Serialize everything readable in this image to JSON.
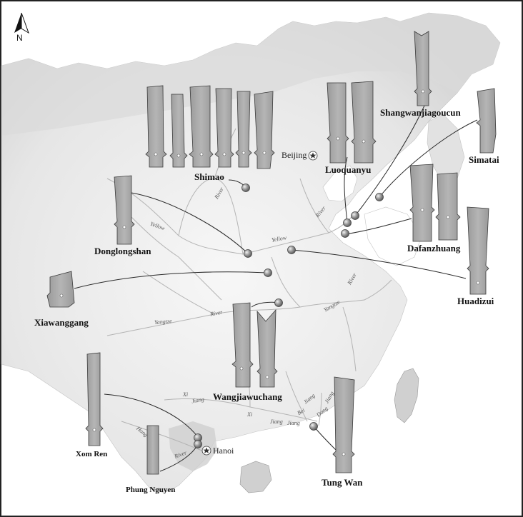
{
  "colors": {
    "background": "#ffffff",
    "land": "#ebebeb",
    "land_dark": "#d6d6d6",
    "river": "#b0b0b0",
    "artifact_fill": "#a7a7a7",
    "artifact_stroke": "#3a3a3a",
    "marker_fill": "#8a8a8a",
    "leader_line": "#2a2a2a",
    "frame": "#222222"
  },
  "compass": {
    "letter": "N",
    "icon": "north-arrow-icon"
  },
  "sites": [
    {
      "id": "shimao",
      "label": "Shimao"
    },
    {
      "id": "luoquanyu",
      "label": "Luoquanyu"
    },
    {
      "id": "shangwanjiagoucun",
      "label": "Shangwanjiagoucun"
    },
    {
      "id": "simatai",
      "label": "Simatai"
    },
    {
      "id": "dafanzhuang",
      "label": "Dafanzhuang"
    },
    {
      "id": "donglongshan",
      "label": "Donglongshan"
    },
    {
      "id": "xiawanggang",
      "label": "Xiawanggang"
    },
    {
      "id": "huadizui",
      "label": "Huadizui"
    },
    {
      "id": "wangjiawuchang",
      "label": "Wangjiawuchang"
    },
    {
      "id": "xomren",
      "label": "Xom Ren"
    },
    {
      "id": "phungnguyen",
      "label": "Phung Nguyen"
    },
    {
      "id": "tungwan",
      "label": "Tung Wan"
    }
  ],
  "cities": [
    {
      "id": "beijing",
      "label": "Beijing",
      "icon": "star-icon"
    },
    {
      "id": "hanoi",
      "label": "Hanoi",
      "icon": "star-icon"
    }
  ],
  "rivers": [
    {
      "id": "yellow1",
      "label": "Yellow"
    },
    {
      "id": "river1",
      "label": "River"
    },
    {
      "id": "yellow2",
      "label": "Yellow"
    },
    {
      "id": "river2",
      "label": "River"
    },
    {
      "id": "yangtze1",
      "label": "Yangtze"
    },
    {
      "id": "river3",
      "label": "River"
    },
    {
      "id": "yangtze2",
      "label": "Yangtze"
    },
    {
      "id": "river4",
      "label": "River"
    },
    {
      "id": "xi1",
      "label": "Xi"
    },
    {
      "id": "jiang1",
      "label": "Jiang"
    },
    {
      "id": "xi2",
      "label": "Xi"
    },
    {
      "id": "jiang2",
      "label": "Jiang"
    },
    {
      "id": "jiang3",
      "label": "Jiang"
    },
    {
      "id": "bei",
      "label": "Bei"
    },
    {
      "id": "jiang4",
      "label": "Jiang"
    },
    {
      "id": "dong",
      "label": "Dong"
    },
    {
      "id": "jiang5",
      "label": "Jiang"
    },
    {
      "id": "hong",
      "label": "Hong"
    },
    {
      "id": "river5",
      "label": "River"
    }
  ]
}
